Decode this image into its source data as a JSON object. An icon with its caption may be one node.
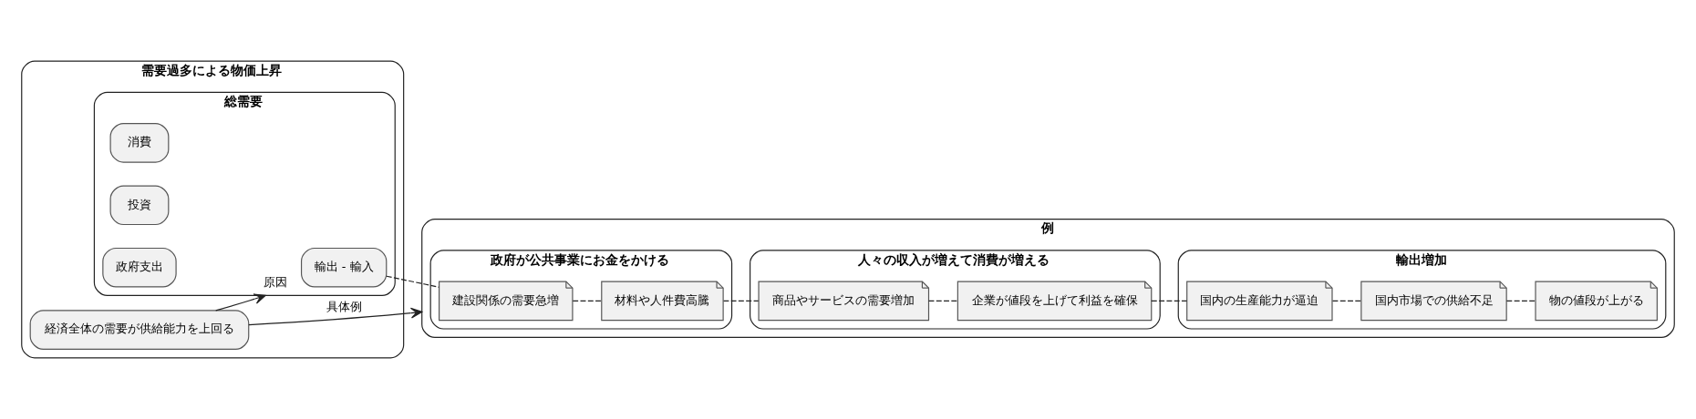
{
  "diagram": {
    "nodes": [
      {
        "text": [
          "需要過多による物価上昇"
        ]
      },
      {
        "text": [
          "経済全体の需要が供給能力を上回る"
        ],
        "in": 0
      },
      {
        "text": [
          "総需要"
        ],
        "in": 0
      },
      {
        "text": [
          "輸出 - 輸入"
        ],
        "in": 2
      },
      {
        "text": [
          "消費"
        ],
        "in": 2
      },
      {
        "text": [
          "投資"
        ],
        "in": 2
      },
      {
        "text": [
          "政府支出"
        ],
        "in": 2
      },
      {
        "text": [
          "例"
        ]
      },
      {
        "text": [
          "政府が公共事業にお金をかける"
        ],
        "in": 7
      },
      {
        "text": [
          "建設関係の需要急増"
        ],
        "in": 8
      },
      {
        "text": [
          "材料や人件費高騰"
        ],
        "in": 8
      },
      {
        "text": [
          "人々の収入が増えて消費が増える"
        ],
        "in": 7
      },
      {
        "text": [
          "商品やサービスの需要増加"
        ],
        "in": 11
      },
      {
        "text": [
          "企業が値段を上げて利益を確保"
        ],
        "in": 11
      },
      {
        "text": [
          "輸出増加"
        ],
        "in": 7
      },
      {
        "text": [
          "国内の生産能力が逼迫"
        ],
        "in": 14
      },
      {
        "text": [
          "国内市場での供給不足"
        ],
        "in": 14
      },
      {
        "text": [
          "物の値段が上がる"
        ],
        "in": 14
      }
    ],
    "edges": [
      {
        "from": 1,
        "to": 2,
        "arrow": "to",
        "label": "原因"
      },
      {
        "from": 1,
        "to": 7,
        "arrow": "to",
        "label": "具体例"
      },
      {
        "from": 3,
        "to": 9,
        "arrow": "none",
        "style": "dashed"
      },
      {
        "from": 9,
        "to": 10,
        "arrow": "none",
        "style": "dashed"
      },
      {
        "from": 10,
        "to": 12,
        "arrow": "none",
        "style": "dashed"
      },
      {
        "from": 12,
        "to": 13,
        "arrow": "none",
        "style": "dashed"
      },
      {
        "from": 13,
        "to": 15,
        "arrow": "none",
        "style": "dashed"
      },
      {
        "from": 15,
        "to": 16,
        "arrow": "none",
        "style": "dashed"
      },
      {
        "from": 16,
        "to": 17,
        "arrow": "none",
        "style": "dashed"
      }
    ]
  }
}
